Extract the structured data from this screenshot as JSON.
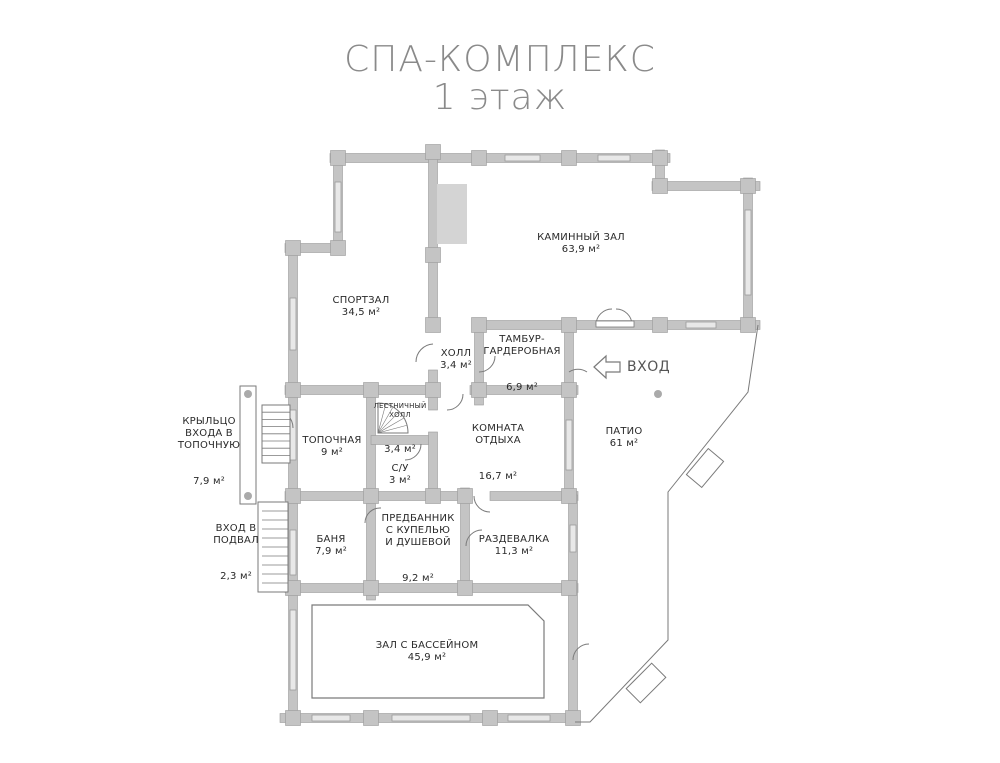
{
  "title": {
    "line1": "СПА-КОМПЛЕКС",
    "line2": "1 этаж"
  },
  "entrance_label": "ВХОД",
  "colors": {
    "wall": "#c4c4c4",
    "wall_stroke": "#9a9a9a",
    "window": "#e8e8e8",
    "line": "#7a7a7a",
    "title": "#8a8a8a"
  },
  "rooms": [
    {
      "key": "fireplace_hall",
      "name": "КАМИННЫЙ ЗАЛ",
      "area": "63,9 м²"
    },
    {
      "key": "gym",
      "name": "СПОРТЗАЛ",
      "area": "34,5 м²"
    },
    {
      "key": "hall",
      "name": "ХОЛЛ",
      "area": "3,4 м²"
    },
    {
      "key": "vestibule",
      "name": "ТАМБУР-\nГАРДЕРОБНАЯ",
      "area": "6,9 м²"
    },
    {
      "key": "stair_hall",
      "name": "ЛЕСТНИЧНЫЙ\nХОЛЛ",
      "area": "3,4 м²"
    },
    {
      "key": "boiler_room",
      "name": "ТОПОЧНАЯ",
      "area": "9 м²"
    },
    {
      "key": "lounge",
      "name": "КОМНАТА\nОТДЫХА",
      "area": "16,7 м²"
    },
    {
      "key": "wc",
      "name": "С/У",
      "area": "3 м²"
    },
    {
      "key": "patio",
      "name": "ПАТИО",
      "area": "61 м²"
    },
    {
      "key": "porch",
      "name": "КРЫЛЬЦО\nВХОДА В\nТОПОЧНУЮ",
      "area": "7,9 м²"
    },
    {
      "key": "basement_entry",
      "name": "ВХОД В\nПОДВАЛ",
      "area": "2,3 м²"
    },
    {
      "key": "sauna",
      "name": "БАНЯ",
      "area": "7,9 м²"
    },
    {
      "key": "pre_bath",
      "name": "ПРЕДБАННИК\nС КУПЕЛЬЮ\nИ ДУШЕВОЙ",
      "area": "9,2 м²"
    },
    {
      "key": "changing",
      "name": "РАЗДЕВАЛКА",
      "area": "11,3 м²"
    },
    {
      "key": "pool_hall",
      "name": "ЗАЛ С БАССЕЙНОМ",
      "area": "45,9 м²"
    }
  ]
}
